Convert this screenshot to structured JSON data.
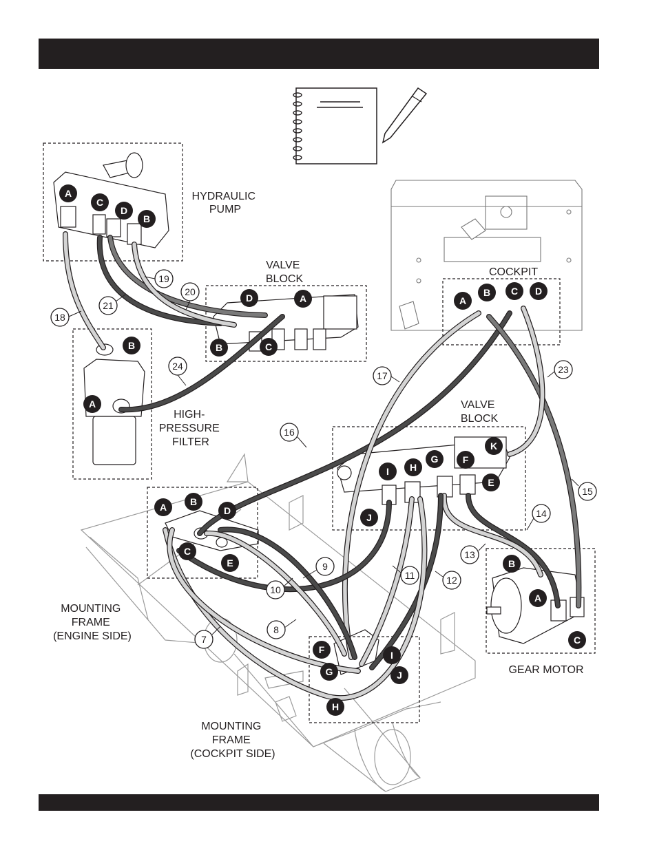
{
  "labels": {
    "hydraulic_pump": [
      "HYDRAULIC",
      "PUMP"
    ],
    "valve_block_top": [
      "VALVE",
      "BLOCK"
    ],
    "valve_block_mid": [
      "VALVE",
      "BLOCK"
    ],
    "cockpit": "COCKPIT",
    "high_pressure_filter": [
      "HIGH-",
      "PRESSURE",
      "FILTER"
    ],
    "mounting_frame_engine": [
      "MOUNTING",
      "FRAME",
      "(ENGINE SIDE)"
    ],
    "mounting_frame_cockpit": [
      "MOUNTING",
      "FRAME",
      "(COCKPIT SIDE)"
    ],
    "gear_motor": "GEAR MOTOR"
  },
  "hoses": [
    "7",
    "8",
    "9",
    "10",
    "11",
    "12",
    "13",
    "14",
    "15",
    "16",
    "17",
    "18",
    "19",
    "20",
    "21",
    "23",
    "24"
  ],
  "ports": {
    "pump": [
      "A",
      "C",
      "D",
      "B"
    ],
    "valve_top": [
      "D",
      "A",
      "B",
      "C"
    ],
    "filter": [
      "B",
      "A"
    ],
    "cockpit": [
      "A",
      "B",
      "C",
      "D"
    ],
    "valve_mid": [
      "I",
      "H",
      "G",
      "F",
      "K",
      "E",
      "J"
    ],
    "engine_side": [
      "A",
      "B",
      "D",
      "C",
      "E"
    ],
    "gear_motor": [
      "B",
      "A",
      "C"
    ],
    "cockpit_side": [
      "F",
      "I",
      "G",
      "J",
      "H"
    ]
  },
  "colors": {
    "bars": "#231f20",
    "hose_light": "#d4d4d4",
    "hose_dark": "#4a4a4a",
    "hose_mid": "#7a7a7a"
  }
}
